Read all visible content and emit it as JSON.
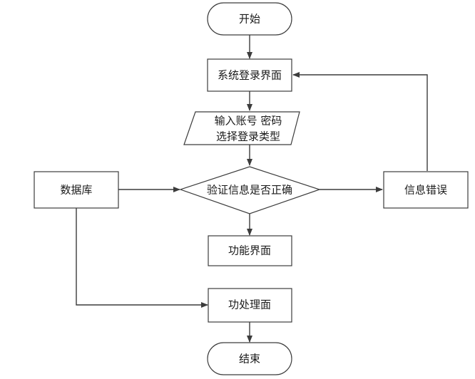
{
  "diagram": {
    "nodes": {
      "start": "开始",
      "login_ui": "系统登录界面",
      "input_line1": "输入账号 密码",
      "input_line2": "选择登录类型",
      "verify": "验证信息是否正确",
      "database": "数据库",
      "error": "信息错误",
      "function_ui": "功能界面",
      "process_ui": "功处理面",
      "end": "结束"
    }
  }
}
